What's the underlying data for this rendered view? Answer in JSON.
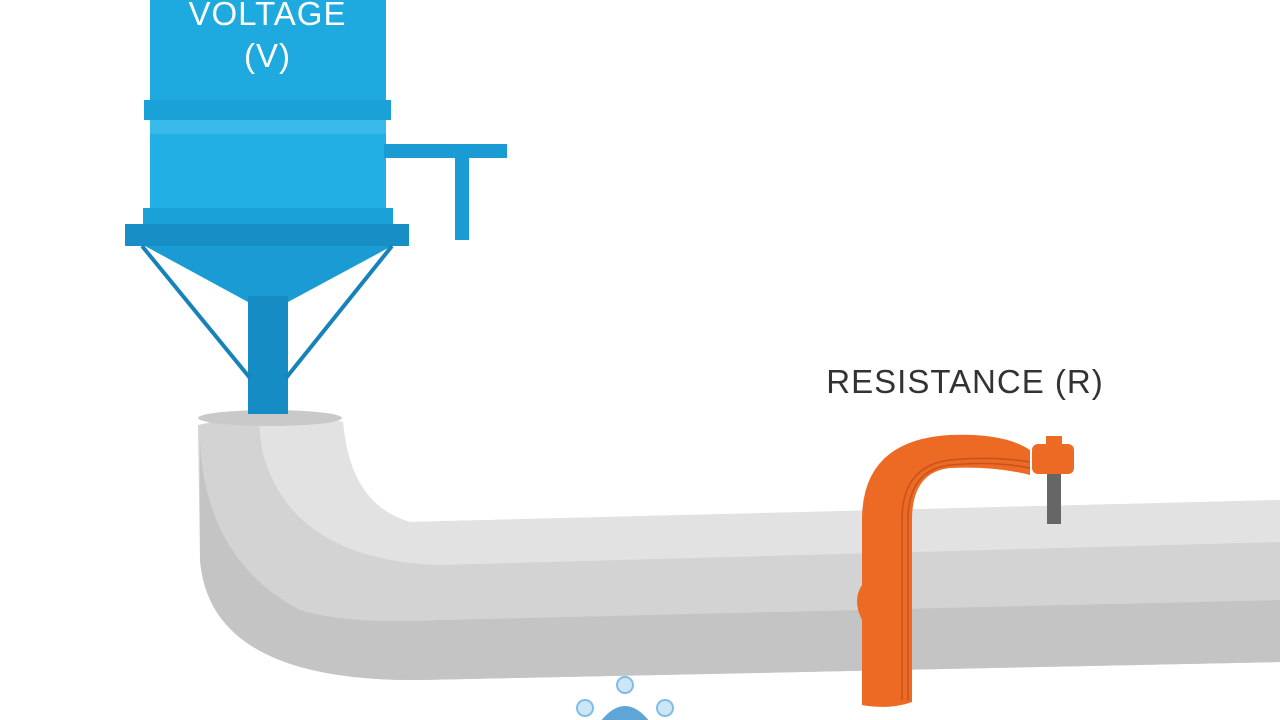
{
  "tank": {
    "title": "VOLTAGE",
    "symbol": "(V)"
  },
  "clamp": {
    "title": "RESISTANCE (R)"
  },
  "colors": {
    "tank_blue": "#1eaadf",
    "tank_blue_dark": "#158fc7",
    "pipe_light": "#d9d9d9",
    "pipe_mid": "#c6c6c6",
    "clamp_orange": "#ed6a25",
    "screw_gray": "#666666",
    "bubble_blue": "#a9d3ef"
  }
}
